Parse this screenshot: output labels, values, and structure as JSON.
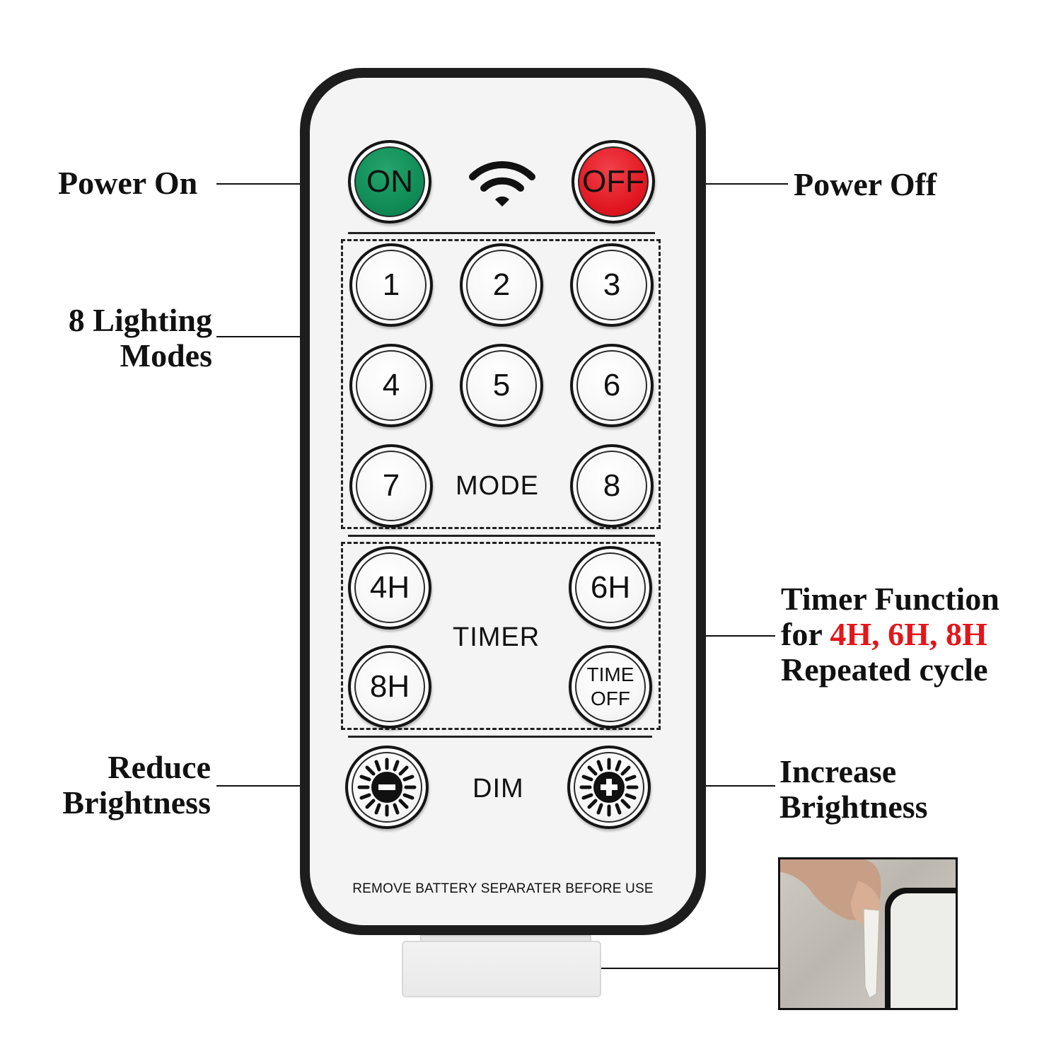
{
  "callouts": {
    "power_on": "Power On",
    "power_off": "Power Off",
    "modes_line1": "8 Lighting",
    "modes_line2": "Modes",
    "timer_line1": "Timer Function",
    "timer_line2_prefix": "for ",
    "timer_line2_highlight": "4H, 6H, 8H",
    "timer_line3": "Repeated cycle",
    "reduce_line1": "Reduce",
    "reduce_line2": "Brightness",
    "increase_line1": "Increase",
    "increase_line2": "Brightness"
  },
  "remote": {
    "on_label": "ON",
    "off_label": "OFF",
    "signal_icon": "wifi-signal-icon",
    "mode_buttons": [
      "1",
      "2",
      "3",
      "4",
      "5",
      "6",
      "7",
      "8"
    ],
    "mode_label": "MODE",
    "timer_buttons": [
      "4H",
      "6H",
      "8H"
    ],
    "time_off_line1": "TIME",
    "time_off_line2": "OFF",
    "timer_label": "TIMER",
    "dim_label": "DIM",
    "dim_minus_icon": "sun-minus-icon",
    "dim_plus_icon": "sun-plus-icon",
    "footer_note": "REMOVE BATTERY SEPARATER BEFORE USE"
  },
  "colors": {
    "on_button": "#0f8a55",
    "off_button": "#e0161f",
    "highlight_text": "#e3161b"
  }
}
